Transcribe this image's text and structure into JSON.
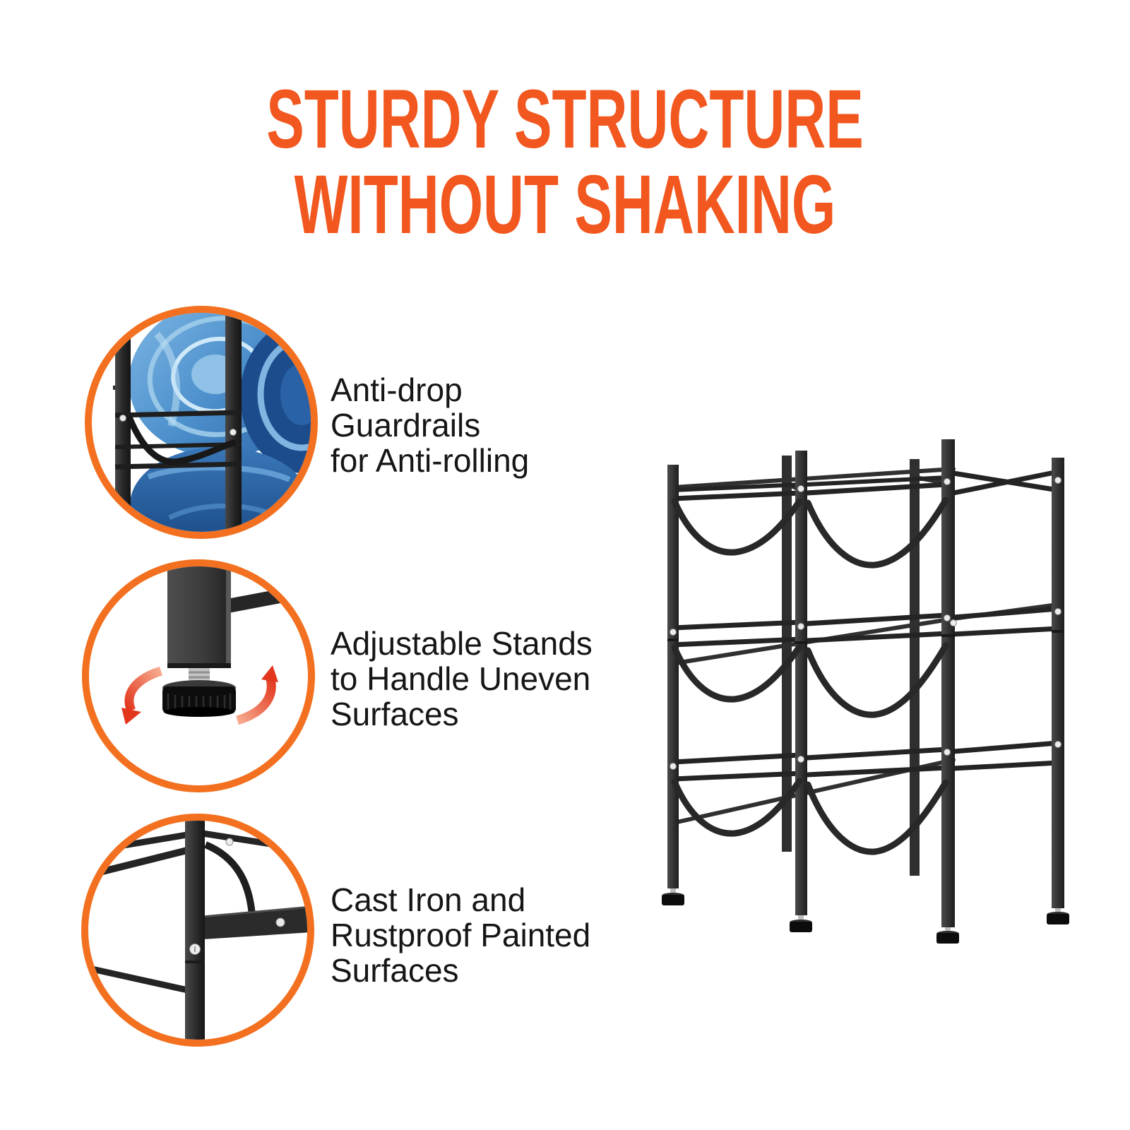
{
  "title": {
    "line1": "STURDY STRUCTURE",
    "line2": "WITHOUT SHAKING"
  },
  "features": [
    {
      "image": "water-jugs-on-rack-closeup",
      "label_lines": [
        "Anti-drop",
        "Guardrails",
        "for Anti-rolling"
      ]
    },
    {
      "image": "adjustable-foot-with-rotation-arrows-closeup",
      "label_lines": [
        "Adjustable Stands",
        "to Handle Uneven",
        "Surfaces"
      ]
    },
    {
      "image": "black-metal-frame-joint-closeup",
      "label_lines": [
        "Cast Iron and",
        "Rustproof Painted",
        "Surfaces"
      ]
    }
  ],
  "product_image": "three-tier-two-bay-black-water-jug-storage-rack",
  "colors": {
    "title_orange": "#F1571F",
    "ring_orange": "#F2701F",
    "text_black": "#161616",
    "frame_dark": "#2E2E2E",
    "rod_dark": "#242424",
    "jug_blue": "#4D90CC",
    "jug_navy": "#1C4C8C",
    "arrow_red": "#E2371D",
    "screw_silver": "#ECECEC",
    "background": "#FFFFFF"
  }
}
